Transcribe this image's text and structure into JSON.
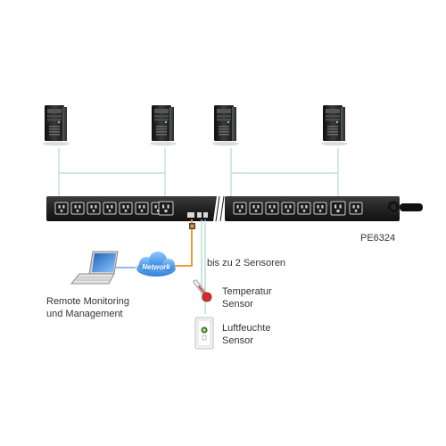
{
  "model": "PE6324",
  "network_label": "Network",
  "sensors_note": "bis zu 2 Sensoren",
  "remote": {
    "line1": "Remote Monitoring",
    "line2": "und Management"
  },
  "temperature": {
    "line1": "Temperatur",
    "line2": "Sensor"
  },
  "humidity": {
    "line1": "Luftfeuchte",
    "line2": "Sensor"
  },
  "colors": {
    "pdu_body": "#2a2a2a",
    "outlet_line": "#b7d8dc",
    "network_cable": "#f29a3a",
    "sensor_cable": "#a8d5c8",
    "cloud": "#3d8fdc"
  },
  "icons": [
    "server-tower-icon",
    "laptop-icon",
    "cloud-icon",
    "thermometer-icon",
    "humidity-sensor-icon",
    "power-plug-icon"
  ]
}
